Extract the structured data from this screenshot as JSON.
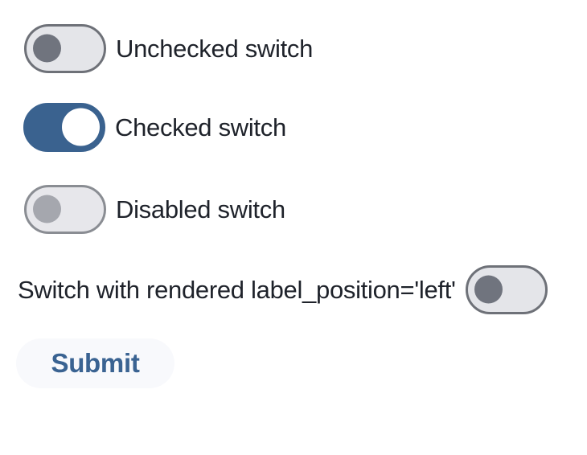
{
  "switches": [
    {
      "label": "Unchecked switch",
      "state": "unchecked",
      "label_position": "right"
    },
    {
      "label": "Checked switch",
      "state": "checked",
      "label_position": "right"
    },
    {
      "label": "Disabled switch",
      "state": "disabled",
      "label_position": "right"
    },
    {
      "label": "Switch with rendered label_position='left'",
      "state": "unchecked",
      "label_position": "left"
    }
  ],
  "submit": {
    "label": "Submit"
  },
  "colors": {
    "checked_track": "#3a628f",
    "unchecked_track": "#e4e5e9",
    "switch_outline": "#6e7178",
    "unchecked_knob": "#70747e",
    "checked_knob": "#ffffff",
    "disabled_outline": "#8a8d93",
    "disabled_knob": "#a5a7ae",
    "label_text": "#1e222a",
    "submit_background": "#f8f9fc",
    "submit_text": "#3a6392",
    "page_background": "#ffffff"
  }
}
